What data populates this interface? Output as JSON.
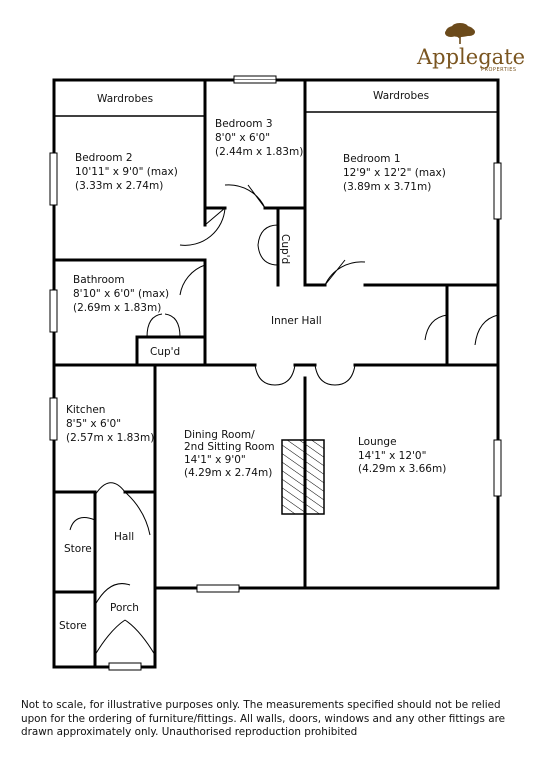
{
  "brand": {
    "name": "Applegate",
    "subtitle": "PROPERTIES",
    "colors": {
      "brand": "#7a5520",
      "tree": "#6b4a1b"
    },
    "icon": "tree-icon"
  },
  "rooms": {
    "wardrobes_left": {
      "label": "Wardrobes"
    },
    "wardrobes_right": {
      "label": "Wardrobes"
    },
    "bedroom2": {
      "name": "Bedroom 2",
      "imperial": "10'11\" x 9'0\" (max)",
      "metric": "(3.33m x 2.74m)"
    },
    "bedroom3": {
      "name": "Bedroom 3",
      "imperial": "8'0\" x 6'0\"",
      "metric": "(2.44m x 1.83m)"
    },
    "bedroom1": {
      "name": "Bedroom 1",
      "imperial": "12'9\" x 12'2\" (max)",
      "metric": "(3.89m x 3.71m)"
    },
    "cupd_vertical": {
      "label": "Cup'd"
    },
    "bathroom": {
      "name": "Bathroom",
      "imperial": "8'10\" x 6'0\" (max)",
      "metric": "(2.69m x 1.83m)"
    },
    "cupd_bath": {
      "label": "Cup'd"
    },
    "inner_hall": {
      "name": "Inner Hall"
    },
    "kitchen": {
      "name": "Kitchen",
      "imperial": "8'5\" x 6'0\"",
      "metric": "(2.57m x 1.83m)"
    },
    "dining": {
      "name": "Dining Room/",
      "name2": "2nd Sitting Room",
      "imperial": "14'1\" x 9'0\"",
      "metric": "(4.29m x 2.74m)"
    },
    "lounge": {
      "name": "Lounge",
      "imperial": "14'1\" x 12'0\"",
      "metric": "(4.29m x 3.66m)"
    },
    "store_upper": {
      "label": "Store"
    },
    "hall": {
      "name": "Hall"
    },
    "store_lower": {
      "label": "Store"
    },
    "porch": {
      "name": "Porch"
    }
  },
  "disclaimer": "Not to scale, for illustrative purposes only. The measurements specified should not be relied upon for the ordering of furniture/fittings. All walls, doors, windows and any other fittings are drawn approximately only. Unauthorised reproduction prohibited"
}
